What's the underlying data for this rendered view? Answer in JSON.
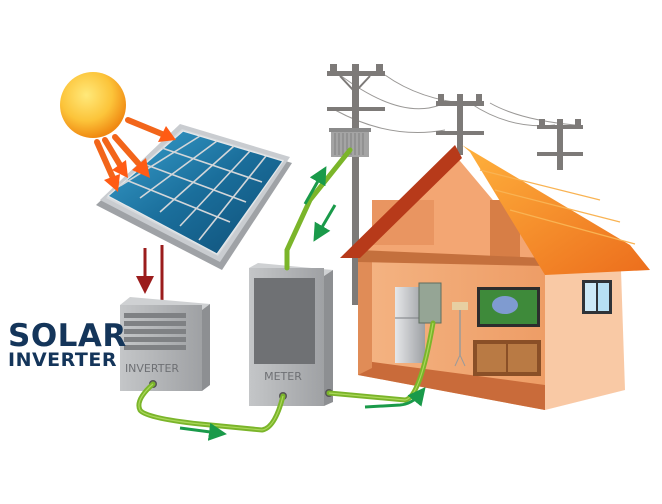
{
  "title": {
    "line1": "SOLAR",
    "line2": "INVERTER"
  },
  "components": {
    "inverter_label": "INVERTER",
    "meter_label": "METER"
  },
  "colors": {
    "title": "#14355a",
    "sun": "#f7a51c",
    "sun_rays": "#f2651a",
    "panel_cells": "#1f6f9c",
    "panel_frame": "#b9bcc0",
    "dc_wire": "#9b1c1c",
    "ac_wire": "#7bb52a",
    "flow_arrows": "#1a9a4a",
    "device_body": "#a9abae",
    "roof": "#f08a24",
    "wall": "#f2a774",
    "pole": "#7d7a78"
  },
  "elements": [
    "sun",
    "solar-panel",
    "dc-cable",
    "inverter",
    "meter",
    "utility-poles",
    "transformer",
    "house",
    "fridge",
    "breaker-box",
    "lamp",
    "tv",
    "cabinet",
    "window"
  ]
}
